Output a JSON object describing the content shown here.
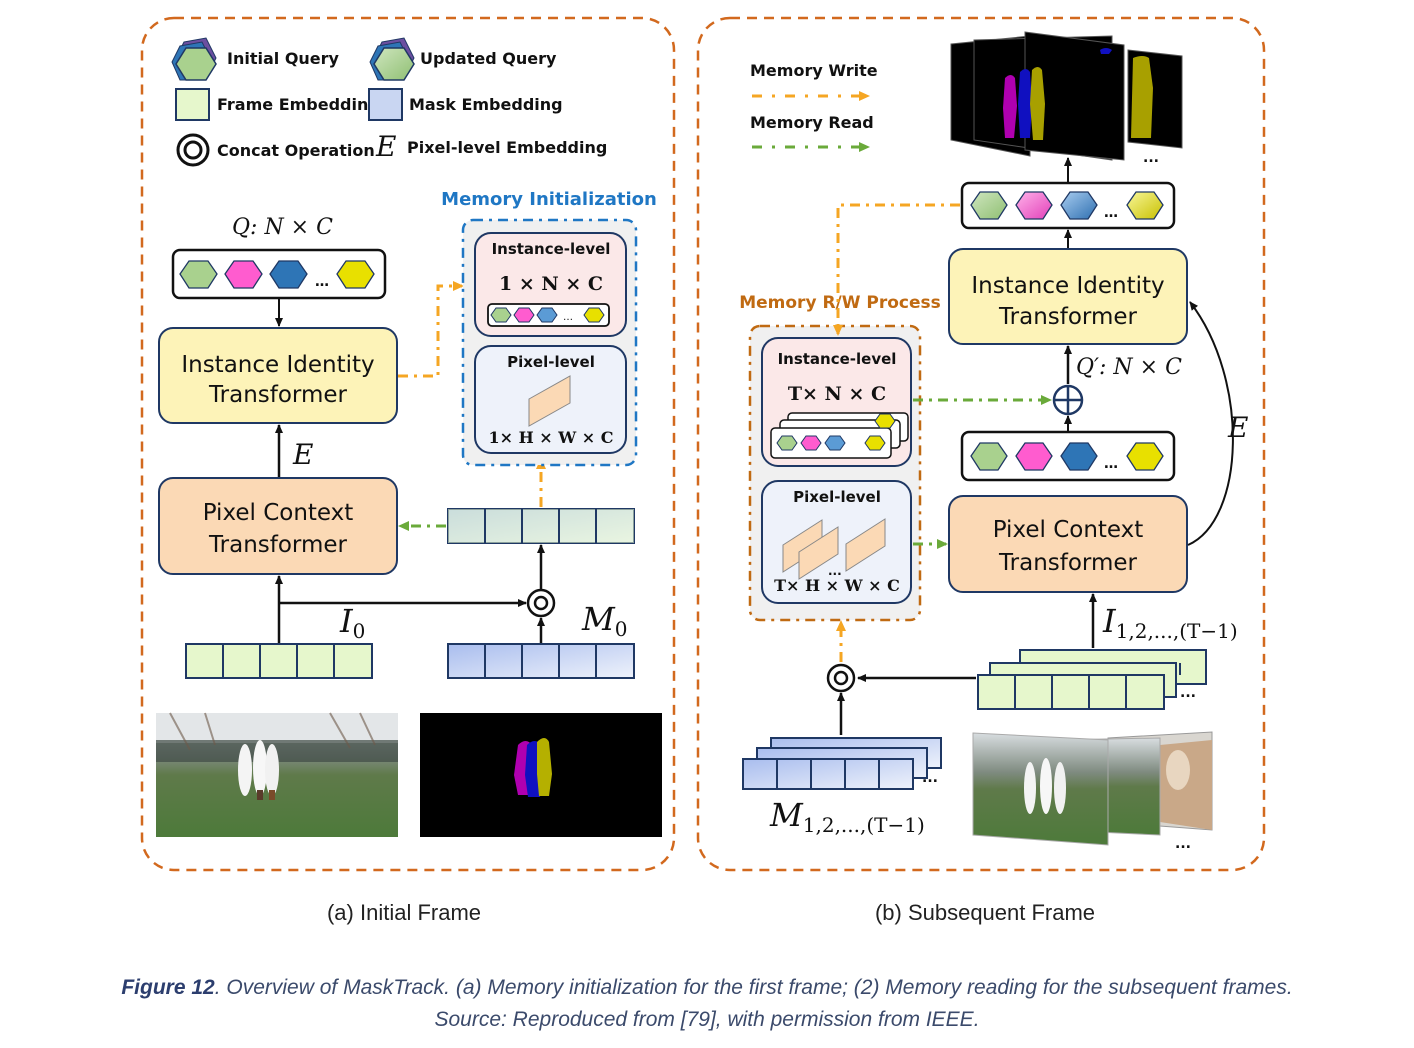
{
  "legend": {
    "initial_query": "Initial Query",
    "updated_query": "Updated Query",
    "frame_embedding": "Frame Embedding",
    "mask_embedding": "Mask Embedding",
    "concat_operation": "Concat Operation",
    "pixel_symbol": "E",
    "pixel_level_embedding": "Pixel-level Embedding",
    "memory_write": "Memory Write",
    "memory_read": "Memory Read"
  },
  "colors": {
    "panel_border": "#d2691e",
    "memory_write": "#f5a623",
    "memory_read": "#6aaa3a",
    "memory_init": "#1f77c4",
    "instance_transformer_fill": "#fdf3b8",
    "pixel_transformer_fill": "#fbd9b5",
    "frame_embedding_fill": "#e6f7cc",
    "mask_embedding_fill": "#c9d6f2",
    "query_colors": [
      "#a9d18e",
      "#ff5ccf",
      "#2e75b6",
      "#e8e000"
    ]
  },
  "panel_a": {
    "query_label": "Q: N × C",
    "instance_transformer": [
      "Instance Identity",
      "Transformer"
    ],
    "pixel_transformer": [
      "Pixel Context",
      "Transformer"
    ],
    "e_label": "E",
    "frame_label": "I",
    "frame_sub": "0",
    "mask_label": "M",
    "mask_sub": "0",
    "memory_init": {
      "title": "Memory Initialization",
      "instance_title": "Instance-level",
      "instance_dim": "1 × N × C",
      "pixel_title": "Pixel-level",
      "pixel_dim": "1× H × W × C"
    },
    "caption": "(a) Initial Frame"
  },
  "panel_b": {
    "rw_title": "Memory R/W Process",
    "instance_title": "Instance-level",
    "instance_dim": "T× N × C",
    "pixel_title": "Pixel-level",
    "pixel_dim": "T× H × W × C",
    "instance_transformer": [
      "Instance Identity",
      "Transformer"
    ],
    "pixel_transformer": [
      "Pixel Context",
      "Transformer"
    ],
    "q_prime_label": "Q′: N × C",
    "e_label": "E",
    "frame_label": "I",
    "frame_sub": "1,2,...,(T−1)",
    "mask_label": "M",
    "mask_sub": "1,2,...,(T−1)",
    "ellipsis": "...",
    "caption": "(b) Subsequent Frame"
  },
  "caption": {
    "figure_label": "Figure 12",
    "line1": ". Overview of MaskTrack. (a) Memory initialization for the first frame; (2) Memory reading for the subsequent frames.",
    "line2": "Source: Reproduced from [79], with permission from IEEE."
  }
}
